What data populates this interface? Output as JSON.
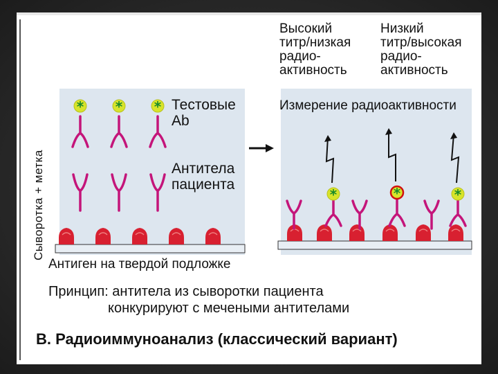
{
  "labels": {
    "vertical": "Сыворотка + метка",
    "test_ab_line1": "Тестовые",
    "test_ab_line2": "Ab",
    "patient_ab_line1": "Антитела",
    "patient_ab_line2": "пациента",
    "antigen": "Антиген на твердой подложке",
    "measurement": "Измерение радиоактивности",
    "high_titer": [
      "Высокий",
      "титр/низкая",
      "радио-",
      "активность"
    ],
    "low_titer": [
      "Низкий",
      "титр/высокая",
      "радио-",
      "активность"
    ],
    "principle_line1": "Принцип: антитела из сыворотки пациента",
    "principle_line2": "конкурируют с мечеными антителами",
    "title": "B. Радиоиммуноанализ (классический вариант)"
  },
  "symbols": {
    "label_star": "*"
  },
  "colors": {
    "antibody": "#c4157a",
    "antigen": "#d82030",
    "label_fill": "#d8e42a",
    "star": "#1a8a2a",
    "panel_bg": "#dde6ef",
    "support": "#e8eef4"
  }
}
